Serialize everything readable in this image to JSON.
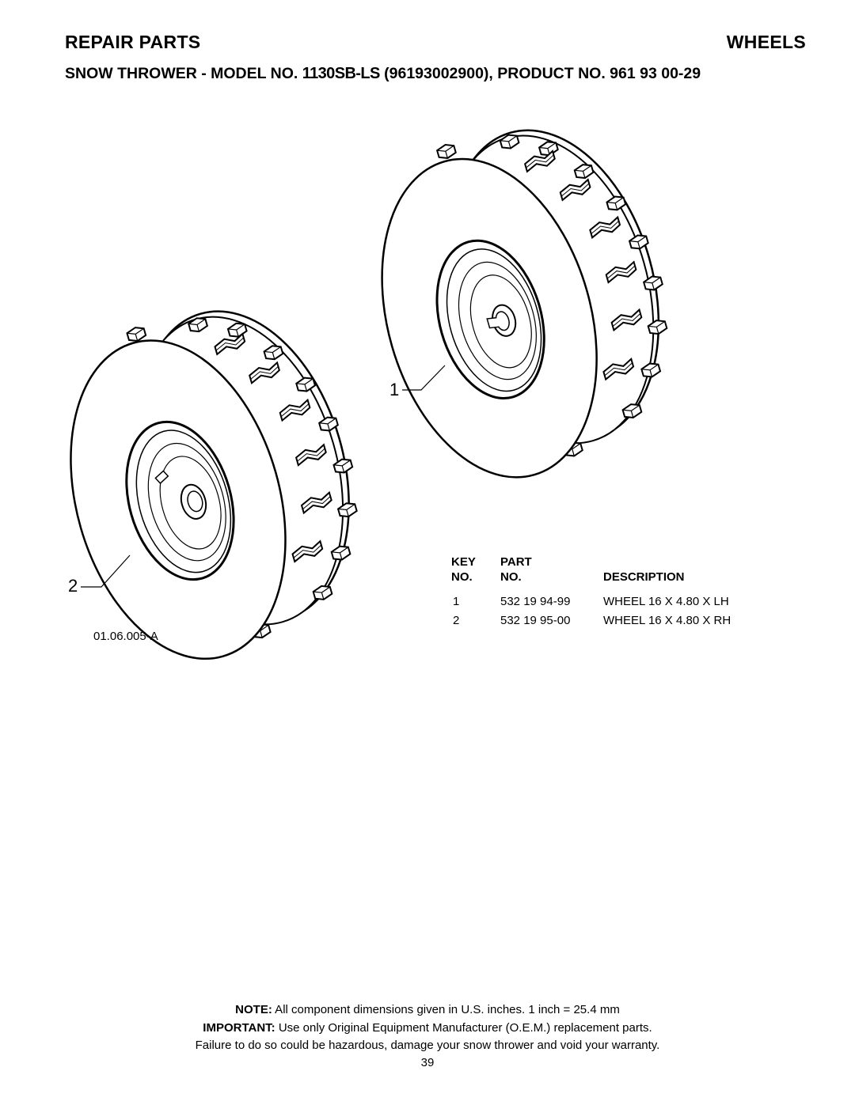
{
  "header": {
    "left_title": "REPAIR PARTS",
    "right_title": "WHEELS",
    "subtitle_prefix": "SNOW THROWER - MODEL NO. ",
    "model": "1130SB-LS",
    "subtitle_suffix": " (96193002900), PRODUCT NO. 961 93 00-29"
  },
  "diagram": {
    "drawing_number": "01.06.005-A",
    "key_labels": [
      "1",
      "2"
    ]
  },
  "parts_table": {
    "headers": {
      "key_line1": "KEY",
      "key_line2": "NO.",
      "part_line1": "PART",
      "part_line2": "NO.",
      "description": "DESCRIPTION"
    },
    "rows": [
      {
        "key": "1",
        "part": "532 19 94-99",
        "description": "WHEEL 16 X 4.80 X LH"
      },
      {
        "key": "2",
        "part": "532 19 95-00",
        "description": "WHEEL 16 X 4.80 X RH"
      }
    ]
  },
  "footer": {
    "note_label": "NOTE:",
    "note_text": " All component dimensions given in U.S. inches.    1 inch = 25.4 mm",
    "important_label": "IMPORTANT:",
    "important_text": " Use only Original Equipment Manufacturer (O.E.M.) replacement parts.",
    "warning_text": "Failure to do so could be hazardous, damage your snow thrower and void your warranty.",
    "page_number": "39"
  }
}
